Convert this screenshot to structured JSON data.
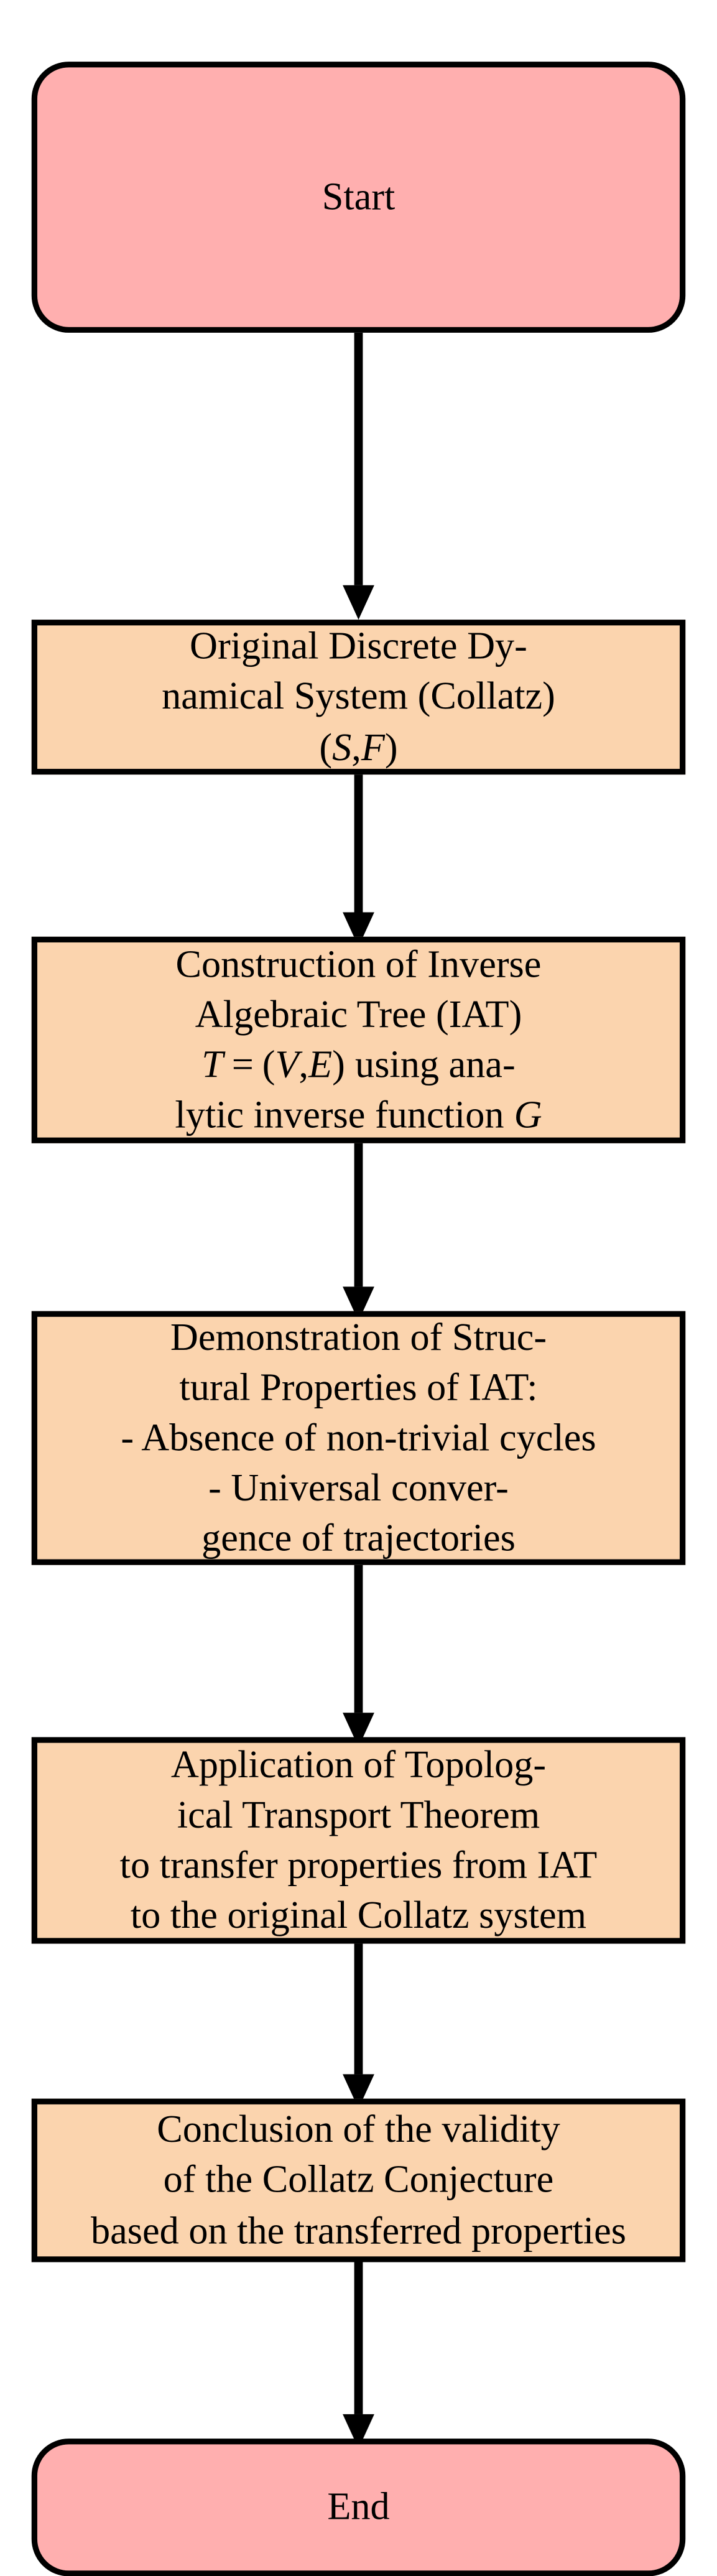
{
  "diagram": {
    "title": "Collatz Conjecture Proof Flowchart",
    "type": "flowchart",
    "orientation": "top-to-bottom",
    "colors": {
      "terminal_fill": "#ffafaf",
      "process_fill": "#fbd4ae",
      "stroke": "#000000",
      "text": "#000000",
      "background": "#ffffff"
    },
    "nodes": [
      {
        "id": "start",
        "shape": "rounded-rectangle",
        "role": "terminal",
        "lines": [
          "Start"
        ]
      },
      {
        "id": "original-system",
        "shape": "rectangle",
        "role": "process",
        "lines": [
          "Original Discrete Dy-",
          "namical System (Collatz)",
          "(S, F)"
        ],
        "line1": "Original Discrete Dy-",
        "line2": "namical System (Collatz)",
        "math_open": "(",
        "math_s": "S",
        "math_comma": ",",
        "math_f": "F",
        "math_close": ")"
      },
      {
        "id": "construction-iat",
        "shape": "rectangle",
        "role": "process",
        "lines": [
          "Construction of Inverse",
          "Algebraic Tree (IAT)",
          "T = (V, E) using ana-",
          "lytic inverse function G"
        ],
        "line1": "Construction of Inverse",
        "line2": "Algebraic Tree (IAT)",
        "math_t": "T",
        "math_eq": "=",
        "math_open": "(",
        "math_v": "V",
        "math_comma": ",",
        "math_e": "E",
        "math_close": ")",
        "line3_tail": "using ana-",
        "line4_head": "lytic inverse function",
        "math_g": "G"
      },
      {
        "id": "structural-properties",
        "shape": "rectangle",
        "role": "process",
        "lines": [
          "Demonstration of Struc-",
          "tural Properties of IAT:",
          "- Absence of non-trivial cycles",
          "- Universal conver-",
          "gence of trajectories"
        ]
      },
      {
        "id": "topological-transport",
        "shape": "rectangle",
        "role": "process",
        "lines": [
          "Application of Topolog-",
          "ical Transport Theorem",
          "to transfer properties from IAT",
          "to the original Collatz system"
        ]
      },
      {
        "id": "conclusion",
        "shape": "rectangle",
        "role": "process",
        "lines": [
          "Conclusion of the validity",
          "of the Collatz Conjecture",
          "based on the transferred properties"
        ]
      },
      {
        "id": "end",
        "shape": "rounded-rectangle",
        "role": "terminal",
        "lines": [
          "End"
        ]
      }
    ],
    "edges": [
      {
        "from": "start",
        "to": "original-system",
        "style": "solid-arrow"
      },
      {
        "from": "original-system",
        "to": "construction-iat",
        "style": "solid-arrow"
      },
      {
        "from": "construction-iat",
        "to": "structural-properties",
        "style": "solid-arrow"
      },
      {
        "from": "structural-properties",
        "to": "topological-transport",
        "style": "solid-arrow"
      },
      {
        "from": "topological-transport",
        "to": "conclusion",
        "style": "solid-arrow"
      },
      {
        "from": "conclusion",
        "to": "end",
        "style": "solid-arrow"
      }
    ]
  }
}
